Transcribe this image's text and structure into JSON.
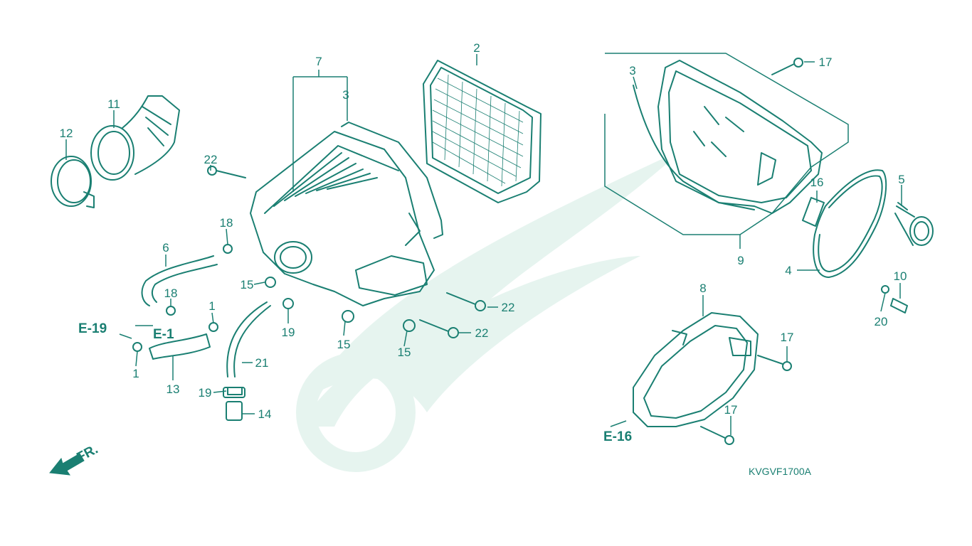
{
  "diagram": {
    "callouts": {
      "c1a": "1",
      "c1b": "1",
      "c2": "2",
      "c3a": "3",
      "c3b": "3",
      "c4": "4",
      "c5": "5",
      "c6": "6",
      "c7": "7",
      "c8": "8",
      "c9": "9",
      "c10": "10",
      "c11": "11",
      "c12": "12",
      "c13": "13",
      "c14": "14",
      "c15a": "15",
      "c15b": "15",
      "c15c": "15",
      "c16": "16",
      "c17a": "17",
      "c17b": "17",
      "c17c": "17",
      "c18a": "18",
      "c18b": "18",
      "c19a": "19",
      "c19b": "19",
      "c20": "20",
      "c21": "21",
      "c22a": "22",
      "c22b": "22",
      "c22c": "22"
    },
    "references": {
      "e19": "E-19",
      "e1": "E-1",
      "e16": "E-16"
    },
    "direction_label": "FR.",
    "drawing_code": "KVGVF1700A",
    "colors": {
      "line": "#1a7f72",
      "watermark": "#e6f4ef",
      "background": "#ffffff"
    }
  }
}
